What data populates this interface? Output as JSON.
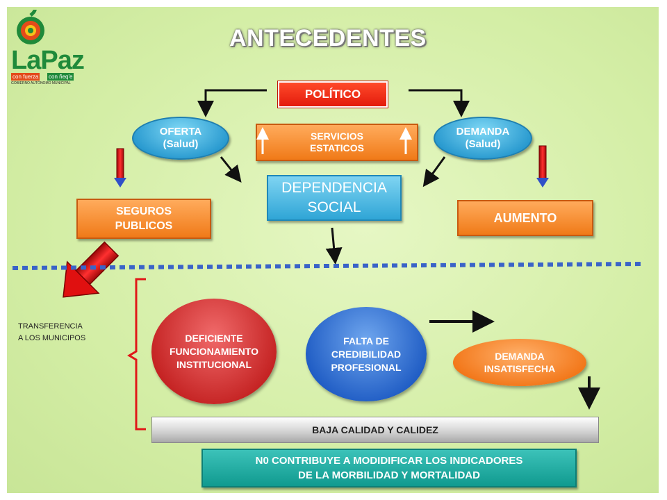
{
  "logo": {
    "name": "LaPaz",
    "tagline_left": "con fuerza",
    "tagline_right": "con ñeq'e",
    "subtitle": "GOBIERNO AUTÓNOMO MUNICIPAL"
  },
  "title": "ANTECEDENTES",
  "politico": "POLÍTICO",
  "oferta": {
    "line1": "OFERTA",
    "line2": "(Salud)"
  },
  "demanda": {
    "line1": "DEMANDA",
    "line2": "(Salud)"
  },
  "servicios": {
    "line1": "SERVICIOS",
    "line2": "ESTATICOS"
  },
  "dependencia": {
    "line1": "DEPENDENCIA",
    "line2": "SOCIAL"
  },
  "seguros": {
    "line1": "SEGUROS",
    "line2": "PUBLICOS"
  },
  "aumento": "AUMENTO",
  "transferencia": {
    "line1": "TRANSFERENCIA",
    "line2": "A LOS MUNICIPOS"
  },
  "deficiente": {
    "line1": "DEFICIENTE",
    "line2": "FUNCIONAMIENTO",
    "line3": "INSTITUCIONAL"
  },
  "falta": {
    "line1": "FALTA DE",
    "line2": "CREDIBILIDAD",
    "line3": "PROFESIONAL"
  },
  "demanda_insatisfecha": {
    "line1": "DEMANDA",
    "line2": "INSATISFECHA"
  },
  "baja_calidad": "BAJA CALIDAD Y CALIDEZ",
  "conclusion": {
    "line1": "N0 CONTRIBUYE A MODIDIFICAR LOS  INDICADORES",
    "line2": "DE LA MORBILIDAD Y  MORTALIDAD"
  },
  "colors": {
    "background": "#d6f0a8",
    "orange": "#f07a18",
    "blue": "#2fa5d6",
    "red": "#e31b0c",
    "teal": "#109a8f",
    "divider": "#3a63c8"
  }
}
